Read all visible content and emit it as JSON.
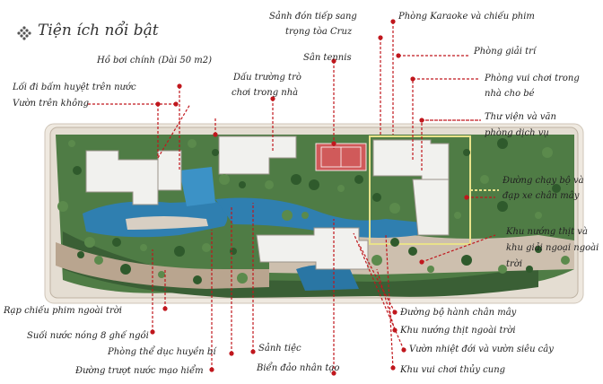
{
  "title": "Tiện ích nổi bật",
  "colors": {
    "leader": "#c0171d",
    "dot": "#c0171d",
    "water": "#2f7fb0",
    "greenery": "#3f6e3a",
    "building": "#f1f1ee",
    "deck": "#b9a58f",
    "paving": "#d9d3cc",
    "ground": "#efe9e0",
    "track": "#e9e28a"
  },
  "labels": {
    "l01": "Sảnh đón tiếp sang",
    "l01b": "trọng tòa Cruz",
    "l02": "Phòng Karaoke và chiếu phim",
    "l03": "Phòng giải trí",
    "l04": "Phòng vui chơi trong",
    "l04b": "nhà cho bé",
    "l05": "Hồ bơi chính (Dài 50 m2)",
    "l06": "Sân tennis",
    "l07": "Dấu trường trò",
    "l07b": "chơi trong nhà",
    "l08": "Lối đi bấm huyệt trên nước",
    "l09": "Vườn trên không",
    "l10": "Thư viện và văn",
    "l10b": "phòng dịch vụ",
    "l11": "Đường chạy bộ và",
    "l11b": "đạp xe chân mây",
    "l12": "Khu nướng thịt và",
    "l12b": "khu giải ngoại ngoài",
    "l12c": "trời",
    "l13": "Rạp chiếu phim ngoài trời",
    "l14": "Suối nước nóng 8 ghế ngồi",
    "l15": "Phòng thể dục huyền bí",
    "l16": "Đường trượt nước mạo hiểm",
    "l17": "Sảnh tiệc",
    "l18": "Biển đảo nhân tạo",
    "l19": "Đường bộ hành chân mây",
    "l20": "Khu nướng thịt ngoài trời",
    "l21": "Vườn nhiệt đới và vườn siêu cây",
    "l22": "Khu vui chơi thủy cung"
  },
  "icons": {
    "logo": "diamond-dots-icon",
    "marker": "red-dot-marker-icon"
  }
}
